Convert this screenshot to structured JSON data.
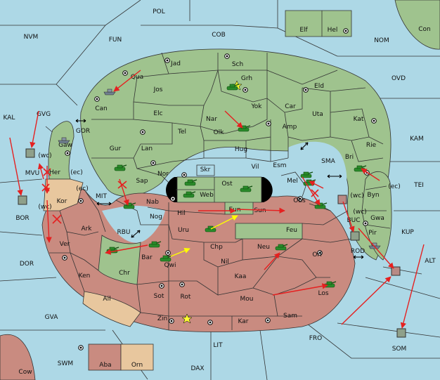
{
  "map": {
    "seas": [
      {
        "code": "POL"
      },
      {
        "code": "COB"
      },
      {
        "code": "FUN"
      },
      {
        "code": "NVM"
      },
      {
        "code": "NOM"
      },
      {
        "code": "OVD"
      },
      {
        "code": "KAL"
      },
      {
        "code": "GVG"
      },
      {
        "code": "KAM"
      },
      {
        "code": "TEI"
      },
      {
        "code": "SMA"
      },
      {
        "code": "MIT"
      },
      {
        "code": "RBU"
      },
      {
        "code": "BOR"
      },
      {
        "code": "DOR"
      },
      {
        "code": "KUP"
      },
      {
        "code": "ALT"
      },
      {
        "code": "GVA"
      },
      {
        "code": "FRO"
      },
      {
        "code": "SOM"
      },
      {
        "code": "SWM"
      },
      {
        "code": "LIT"
      },
      {
        "code": "DAX"
      },
      {
        "code": "ROD"
      },
      {
        "code": "BUC"
      },
      {
        "code": "GOR"
      },
      {
        "code": "MVU"
      }
    ],
    "provinces": [
      {
        "code": "Con"
      },
      {
        "code": "Elf"
      },
      {
        "code": "Hel"
      },
      {
        "code": "Jad"
      },
      {
        "code": "Sch"
      },
      {
        "code": "Qua"
      },
      {
        "code": "Jos"
      },
      {
        "code": "Grh"
      },
      {
        "code": "Eld"
      },
      {
        "code": "Can"
      },
      {
        "code": "Elc"
      },
      {
        "code": "Yok"
      },
      {
        "code": "Car"
      },
      {
        "code": "Uta"
      },
      {
        "code": "Nar"
      },
      {
        "code": "Tel"
      },
      {
        "code": "Olk"
      },
      {
        "code": "Amp"
      },
      {
        "code": "Kat"
      },
      {
        "code": "Gaw"
      },
      {
        "code": "Gur"
      },
      {
        "code": "Lan"
      },
      {
        "code": "Hug"
      },
      {
        "code": "Rie"
      },
      {
        "code": "Bri"
      },
      {
        "code": "Her"
      },
      {
        "code": "Nor"
      },
      {
        "code": "Skr"
      },
      {
        "code": "Vil"
      },
      {
        "code": "Esm"
      },
      {
        "code": "Sap"
      },
      {
        "code": "Ost"
      },
      {
        "code": "Web"
      },
      {
        "code": "Mel"
      },
      {
        "code": "Byn"
      },
      {
        "code": "Kor"
      },
      {
        "code": "Nab"
      },
      {
        "code": "Eun"
      },
      {
        "code": "Sun"
      },
      {
        "code": "Obs"
      },
      {
        "code": "Hil"
      },
      {
        "code": "Gwa"
      },
      {
        "code": "Nog"
      },
      {
        "code": "Ark"
      },
      {
        "code": "Pir"
      },
      {
        "code": "Uru"
      },
      {
        "code": "Feu"
      },
      {
        "code": "Ver"
      },
      {
        "code": "Chp"
      },
      {
        "code": "Neu"
      },
      {
        "code": "Bar"
      },
      {
        "code": "Qwi"
      },
      {
        "code": "Orl"
      },
      {
        "code": "Nil"
      },
      {
        "code": "Chr"
      },
      {
        "code": "Ken"
      },
      {
        "code": "Kaa"
      },
      {
        "code": "Los"
      },
      {
        "code": "Sot"
      },
      {
        "code": "Rot"
      },
      {
        "code": "Mou"
      },
      {
        "code": "Ail"
      },
      {
        "code": "Zin"
      },
      {
        "code": "Kar"
      },
      {
        "code": "Sam"
      },
      {
        "code": "Cow"
      },
      {
        "code": "Aba"
      },
      {
        "code": "Orn"
      }
    ],
    "coast_tags": [
      {
        "code": "(wc)"
      },
      {
        "code": "(ec)"
      },
      {
        "code": "(ec)"
      },
      {
        "code": "(wc)"
      },
      {
        "code": "(ec)"
      },
      {
        "code": "(wc)"
      },
      {
        "code": "(wc)"
      }
    ],
    "colors": {
      "sea": "#add8e6",
      "green": "#9fc38e",
      "red": "#c98b80",
      "tan": "#e8c79e",
      "order_red": "#e52020",
      "order_yellow": "#ffff00",
      "unit_green": "#2a8a2a",
      "unit_grey": "#6f7f8f"
    },
    "icons": [
      "supply-center-icon",
      "army-icon",
      "fleet-icon",
      "home-star-icon",
      "move-arrow-icon",
      "failed-order-x-icon",
      "canal-arrow-icon"
    ]
  }
}
